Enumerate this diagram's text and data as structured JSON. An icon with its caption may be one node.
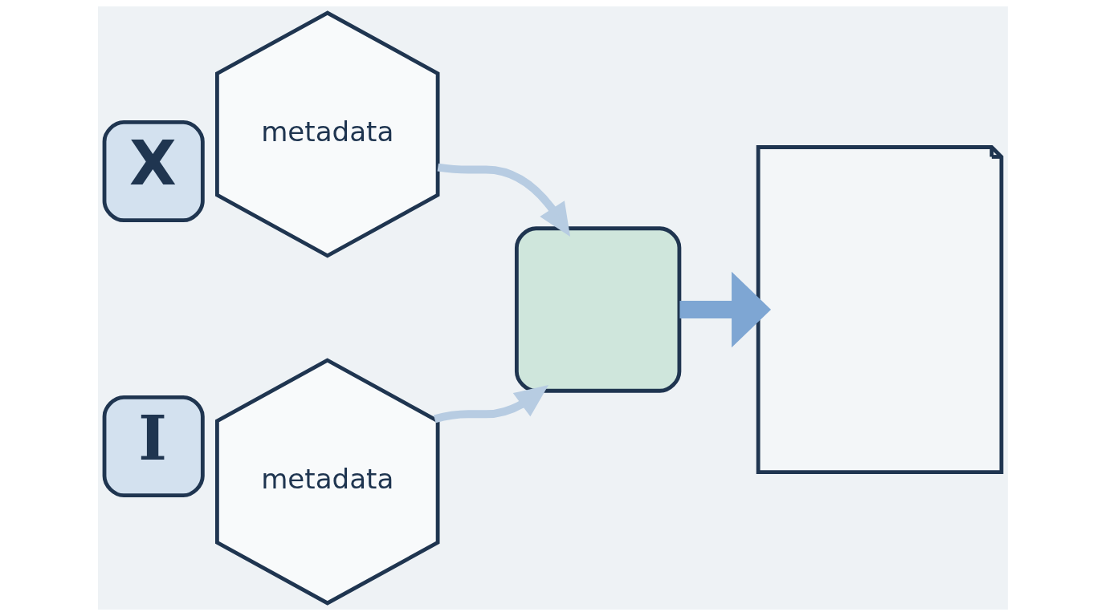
{
  "diagram": {
    "nodes": [
      {
        "text": [
          "metadata"
        ]
      },
      {
        "text": [
          "X"
        ]
      },
      {
        "text": [
          "metadata"
        ]
      },
      {
        "text": [
          "I"
        ]
      },
      {
        "text": [],
        "shape": "box"
      },
      {
        "text": [],
        "shape": "picture"
      }
    ],
    "edges": [
      {
        "from": 0,
        "to": 4,
        "arrow": "to"
      },
      {
        "from": 2,
        "to": 4,
        "arrow": "to"
      },
      {
        "from": 4,
        "to": 5,
        "arrow": "to",
        "style": "thick",
        "color": "#7ea6d3"
      }
    ]
  }
}
